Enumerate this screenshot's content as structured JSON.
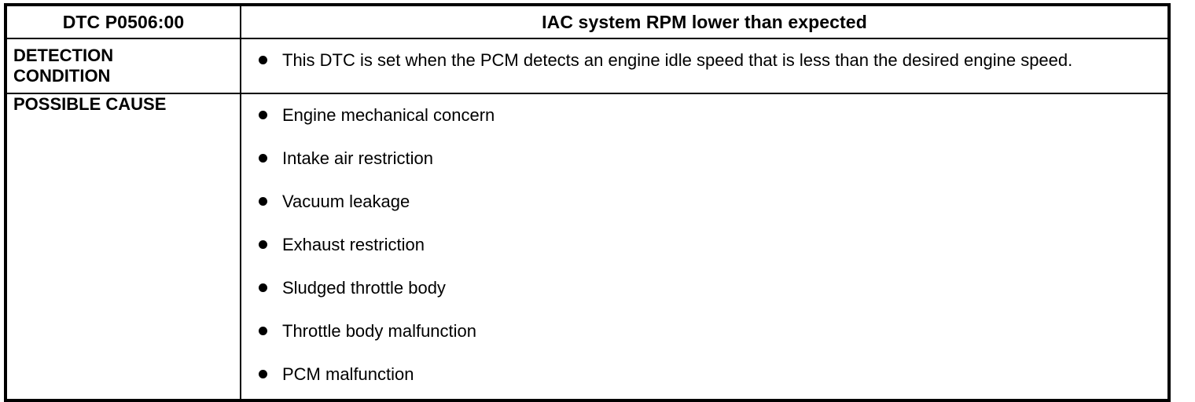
{
  "document": {
    "type": "dtc-diagnostic-table",
    "bullet_glyph": "filled-circle",
    "colors": {
      "text": "#000000",
      "border": "#000000",
      "background": "#ffffff"
    }
  },
  "table": {
    "header": {
      "code_label": "DTC P0506:00",
      "title": "IAC system RPM lower than expected"
    },
    "rows": [
      {
        "label": "DETECTION\nCONDITION",
        "label_line1": "DETECTION",
        "label_line2": "CONDITION",
        "items": [
          "This DTC is set when the PCM detects an engine idle speed that is less than the desired engine speed."
        ]
      },
      {
        "label": "POSSIBLE CAUSE",
        "items": [
          "Engine mechanical concern",
          "Intake air restriction",
          "Vacuum leakage",
          "Exhaust restriction",
          "Sludged throttle body",
          "Throttle body malfunction",
          "PCM malfunction"
        ]
      }
    ]
  }
}
